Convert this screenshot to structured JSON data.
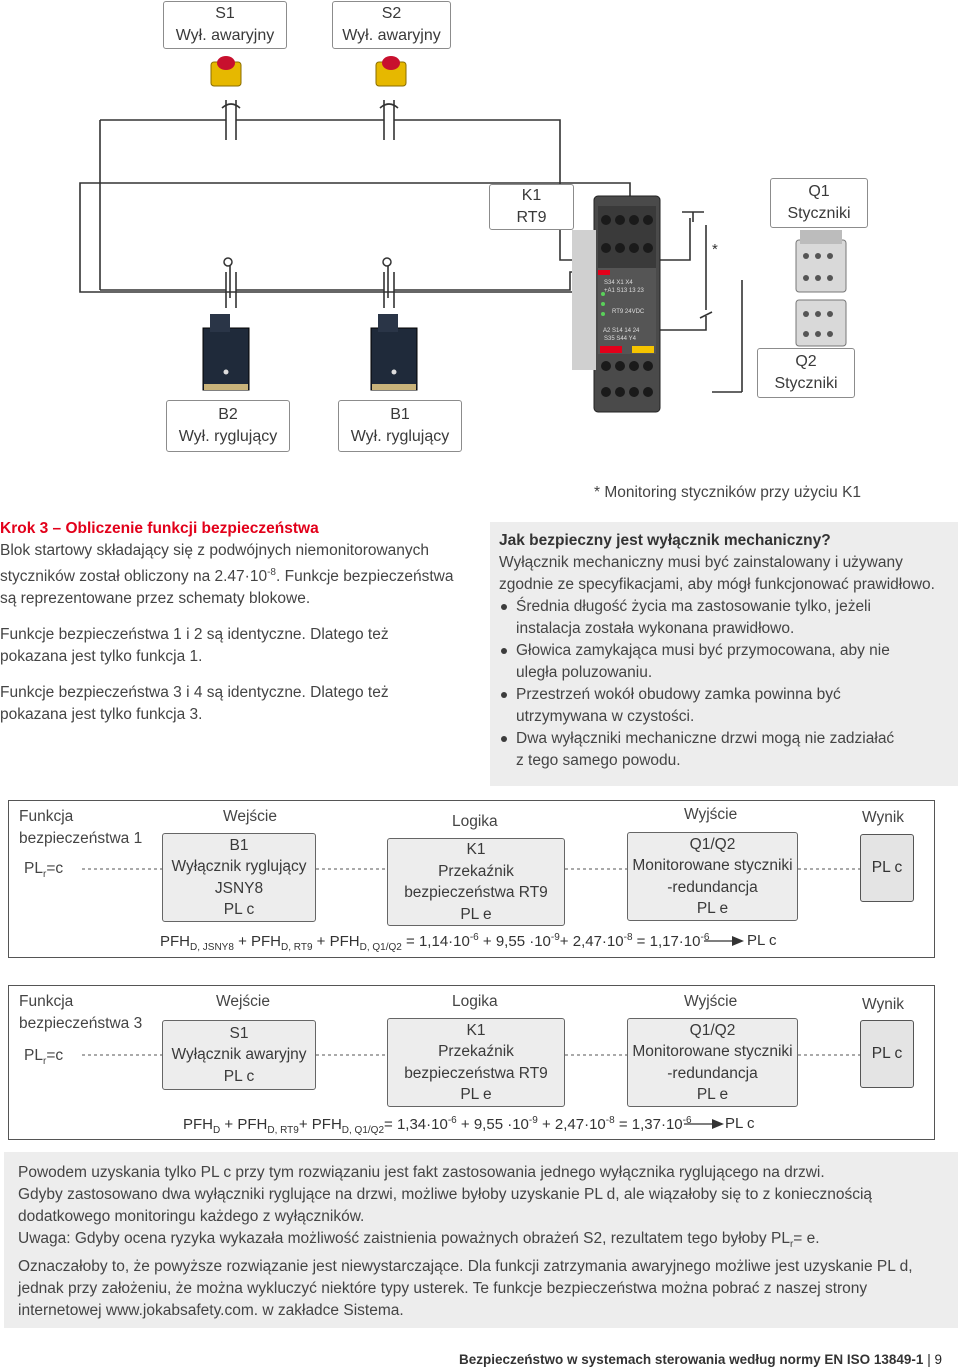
{
  "diagram": {
    "s1_label": [
      "S1",
      "Wył. awaryjny"
    ],
    "s2_label": [
      "S2",
      "Wył. awaryjny"
    ],
    "k1_label": [
      "K1",
      "RT9"
    ],
    "q1_label": [
      "Q1",
      "Styczniki"
    ],
    "q2_label": [
      "Q2",
      "Styczniki"
    ],
    "b2_label": [
      "B2",
      "Wył. ryglujący"
    ],
    "b1_label": [
      "B1",
      "Wył. ryglujący"
    ],
    "asterisk": "*",
    "relay_rows": [
      "S34 X1 X4",
      "+A1 S13 13 23",
      "RT9 24VDC",
      "A2 S14 14 24",
      "S35 S44 Y4"
    ],
    "monitoring_note": "* Monitoring styczników przy użyciu K1"
  },
  "step3": {
    "title": "Krok 3 – Obliczenie funkcji bezpieczeństwa",
    "para1": [
      "Blok startowy składający się z podwójnych niemonitorowanych",
      "styczników został obliczony na 2.47·10",
      "-8",
      ". Funkcje bezpieczeństwa",
      "są reprezentowane przez schematy blokowe."
    ],
    "para2": [
      "Funkcje bezpieczeństwa 1 i 2 są identyczne. Dlatego też",
      "pokazana jest tylko funkcja 1."
    ],
    "para3": [
      "Funkcje bezpieczeństwa 3 i 4 są identyczne. Dlatego też",
      "pokazana jest tylko funkcja 3."
    ]
  },
  "mechanical": {
    "title": "Jak bezpieczny jest wyłącznik mechaniczny?",
    "intro": [
      "Wyłącznik mechaniczny musi być zainstalowany i używany",
      "zgodnie ze specyfikacjami, aby mógł funkcjonować prawidłowo."
    ],
    "bullets": [
      [
        "Średnia długość życia ma zastosowanie tylko, jeżeli",
        "instalacja została wykonana prawidłowo."
      ],
      [
        "Głowica zamykająca musi być przymocowana, aby nie",
        "uległa poluzowaniu."
      ],
      [
        "Przestrzeń wokół obudowy zamka powinna być",
        "utrzymywana w czystości."
      ],
      [
        "Dwa wyłączniki mechaniczne drzwi mogą nie zadziałać",
        "z tego samego powodu."
      ]
    ]
  },
  "function1": {
    "name": [
      "Funkcja",
      "bezpieczeństwa 1"
    ],
    "plr": "PL",
    "plr_sub": "r",
    "plr_val": "=c",
    "headers": {
      "input": "Wejście",
      "logic": "Logika",
      "output": "Wyjście",
      "result": "Wynik"
    },
    "input_box": [
      "B1",
      "Wyłącznik ryglujący",
      "JSNY8",
      "PL c"
    ],
    "logic_box": [
      "K1",
      "Przekaźnik",
      "bezpieczeństwa RT9",
      "PL e"
    ],
    "output_box": [
      "Q1/Q2",
      "Monitorowane styczniki",
      "-redundancja",
      "PL e"
    ],
    "result_box": "PL c",
    "formula_parts": [
      "PFH",
      "D, JSNY8",
      " + PFH",
      "D, RT9",
      " + PFH",
      "D, Q1/Q2",
      " = 1,14·10",
      "-6",
      " + 9,55 ·10",
      "-9",
      "+ 2,47·10",
      "-8",
      " = 1,17·10",
      "-6"
    ],
    "formula_result": "PL c"
  },
  "function3": {
    "name": [
      "Funkcja",
      "bezpieczeństwa 3"
    ],
    "plr": "PL",
    "plr_sub": "r",
    "plr_val": "=c",
    "headers": {
      "input": "Wejście",
      "logic": "Logika",
      "output": "Wyjście",
      "result": "Wynik"
    },
    "input_box": [
      "S1",
      "Wyłącznik awaryjny",
      "PL c"
    ],
    "logic_box": [
      "K1",
      "Przekaźnik",
      "bezpieczeństwa RT9",
      "PL e"
    ],
    "output_box": [
      "Q1/Q2",
      "Monitorowane styczniki",
      "-redundancja",
      "PL e"
    ],
    "result_box": "PL c",
    "formula_parts": [
      "PFH",
      "D",
      " + PFH",
      "D, RT9",
      "+ PFH",
      "D, Q1/Q2",
      "= 1,34·10",
      "-6",
      " + 9,55 ·10",
      "-9",
      " + 2,47·10",
      "-8",
      " = 1,37·10",
      "-6"
    ],
    "formula_result": "PL c"
  },
  "summary": {
    "lines": [
      "Powodem uzyskania tylko PL c przy tym rozwiązaniu jest fakt zastosowania jednego wyłącznika ryglującego na drzwi.",
      "Gdyby zastosowano dwa wyłączniki ryglujące na drzwi, możliwe byłoby uzyskanie PL d, ale wiązałoby się to z koniecznością",
      "dodatkowego monitoringu każdego z wyłączników."
    ],
    "uwaga_pre": "Uwaga: Gdyby ocena ryzyka wykazała możliwość zaistnienia poważnych obrażeń S2, rezultatem tego byłoby PL",
    "uwaga_sub": "r",
    "uwaga_post": "= e.",
    "lines2": [
      "Oznaczałoby to, że powyższe rozwiązanie jest niewystarczające. Dla funkcji zatrzymania awaryjnego możliwe jest uzyskanie PL d,",
      "jednak przy założeniu, że można wykluczyć niektóre typy usterek. Te funkcje bezpieczeństwa można pobrać z naszej strony",
      "internetowej www.jokabsafety.com. w zakładce Sistema."
    ]
  },
  "footer": {
    "text": "Bezpieczeństwo w systemach sterowania według normy EN ISO 13849-1",
    "sep": "|",
    "page": "9"
  },
  "colors": {
    "brand_red": "#e2001a",
    "relay_body": "#4a4a4a",
    "relay_yellow": "#f5c400",
    "box_grey": "#ececec"
  }
}
